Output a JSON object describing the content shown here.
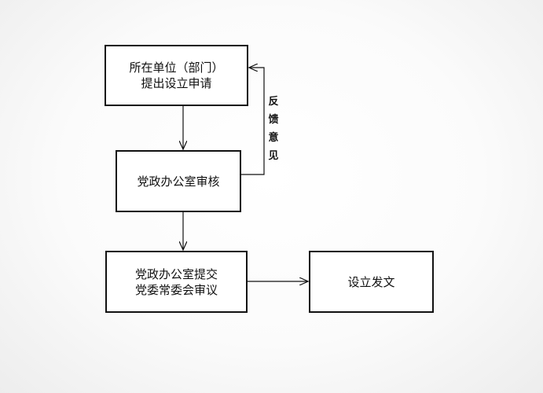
{
  "nodes": {
    "apply": {
      "line1": "所在单位（部门）",
      "line2": "提出设立申请"
    },
    "review": {
      "line1": "党政办公室审核"
    },
    "submit": {
      "line1": "党政办公室提交",
      "line2": "党委常委会审议"
    },
    "issue": {
      "line1": "设立发文"
    }
  },
  "feedback_label": {
    "chars": [
      "反",
      "馈",
      "意",
      "见"
    ]
  }
}
